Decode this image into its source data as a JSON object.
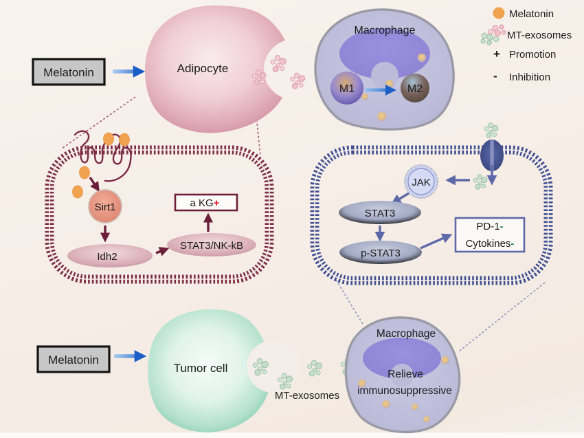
{
  "legend": {
    "melatonin": "Melatonin",
    "mt_exosomes": "MT-exosomes",
    "promotion_sign": "+",
    "promotion": "Promotion",
    "inhibition_sign": "-",
    "inhibition": "Inhibition"
  },
  "top": {
    "stimulus": "Melatonin",
    "cell": "Adipocyte",
    "macrophage": "Macrophage",
    "m1": "M1",
    "m2": "M2",
    "sirt1": "Sirt1",
    "idh2": "Idh2",
    "stat3_nkkb": "STAT3/NK-kB",
    "akg": "a KG",
    "akg_sign": "+"
  },
  "bottom": {
    "stimulus": "Melatonin",
    "cell": "Tumor cell",
    "exosome_label": "MT-exosomes",
    "macrophage": "Macrophage",
    "effect_line1": "Relieve",
    "effect_line2": "immunosuppressive",
    "jak": "JAK",
    "stat3": "STAT3",
    "p_stat3": "p-STAT3",
    "pd1": "PD-1",
    "pd1_sign": "-",
    "cytokines": "Cytokines",
    "cytokines_sign": "-"
  },
  "colors": {
    "melatonin_dot": "#F2A350",
    "exosome_pink": "#EFC3CB",
    "exosome_green": "#C9DFCE",
    "adipocyte_membrane": "#7C2A45",
    "macrophage_membrane": "#3E4E92",
    "promotion": "#E3171B",
    "inhibition": "#1E8A50",
    "arrow_blue": "#1B5FC6"
  }
}
